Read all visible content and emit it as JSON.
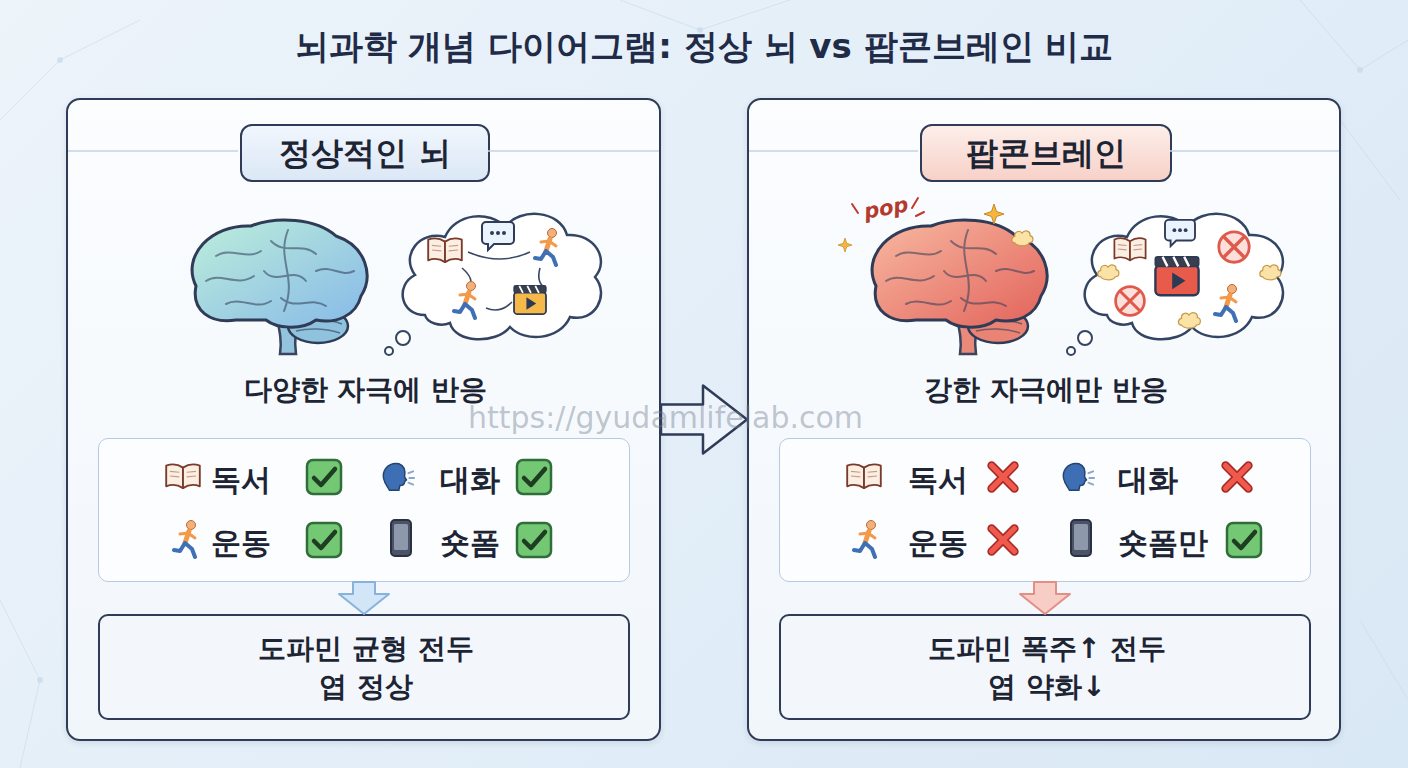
{
  "diagram": {
    "title": "뇌과학 개념 다이어그램: 정상 뇌 vs 팝콘브레인 비교",
    "nodes": [
      {
        "text": [
          "정상적인 뇌",
          "다양한 자극에 반응"
        ]
      },
      {
        "text": [
          "독서",
          "대화",
          "운동",
          "숏폼"
        ],
        "in": 0
      },
      {
        "text": [
          "도파민 균형 전두엽 정상"
        ],
        "in": 0
      },
      {
        "text": [
          "팝콘브레인",
          "강한 자극에만 반응"
        ]
      },
      {
        "text": [
          "독서",
          "대화",
          "운동",
          "숏폼만"
        ],
        "in": 3
      },
      {
        "text": [
          "도파민 폭주↑ 전두엽 약화↓"
        ],
        "in": 3
      }
    ],
    "edges": [
      {
        "from": 0,
        "to": 3,
        "arrow": "to"
      },
      {
        "from": 1,
        "to": 2,
        "arrow": "to"
      },
      {
        "from": 4,
        "to": 5,
        "arrow": "to"
      }
    ],
    "labels": [
      "pop",
      "https://gyudamlifelab.com"
    ]
  }
}
